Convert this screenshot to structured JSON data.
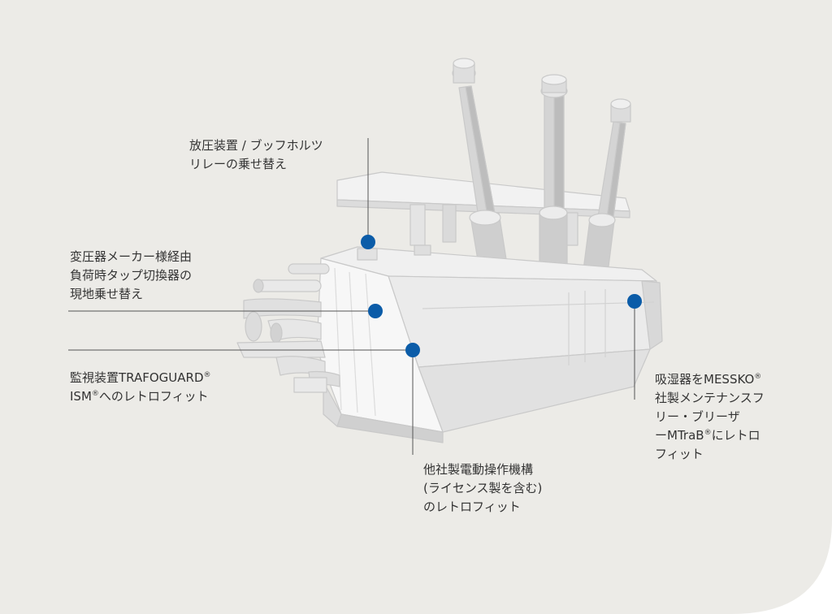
{
  "colors": {
    "background": "#ecebe7",
    "marker": "#0b5ca8",
    "leader_line": "#555555"
  },
  "diagram": {
    "subject": "transformer-illustration",
    "callouts": [
      {
        "id": "buchholz",
        "lines": [
          "放圧装置 / ブッフホルツ",
          "リレーの乗せ替え"
        ]
      },
      {
        "id": "oltc",
        "lines": [
          "変圧器メーカー様経由",
          "負荷時タップ切換器の",
          "現地乗せ替え"
        ]
      },
      {
        "id": "trafoguard",
        "line1_text": "監視装置TRAFOGUARD",
        "line1_reg": "®",
        "line2_text": "ISM",
        "line2_reg": "®",
        "line2_rest": "へのレトロフィット"
      },
      {
        "id": "motor_drive",
        "lines": [
          "他社製電動操作機構",
          "(ライセンス製を含む)",
          "のレトロフィット"
        ]
      },
      {
        "id": "breather",
        "line1_text": "吸湿器をMESSKO",
        "line1_reg": "®",
        "line2": "社製メンテナンスフ",
        "line3": "リー・ブリーザ",
        "line4_text": "ーMTraB",
        "line4_reg": "®",
        "line4_rest": "にレトロ",
        "line5": "フィット"
      }
    ]
  }
}
